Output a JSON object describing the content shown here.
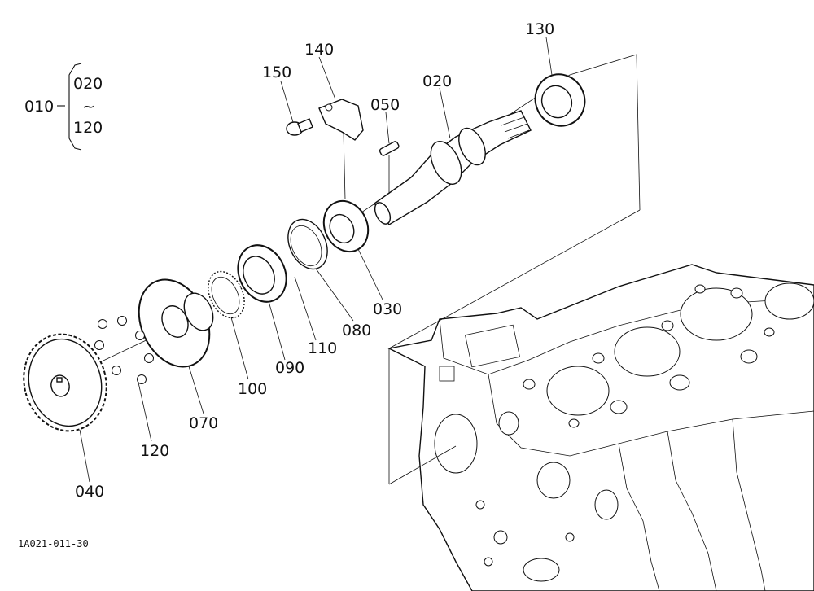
{
  "assembly": {
    "code": "010",
    "range_start": "020",
    "range_symbol": "~",
    "range_end": "120"
  },
  "callouts": [
    "020",
    "030",
    "040",
    "050",
    "070",
    "080",
    "090",
    "100",
    "110",
    "120",
    "130",
    "140",
    "150"
  ],
  "figure_code": "1A021-011-30"
}
